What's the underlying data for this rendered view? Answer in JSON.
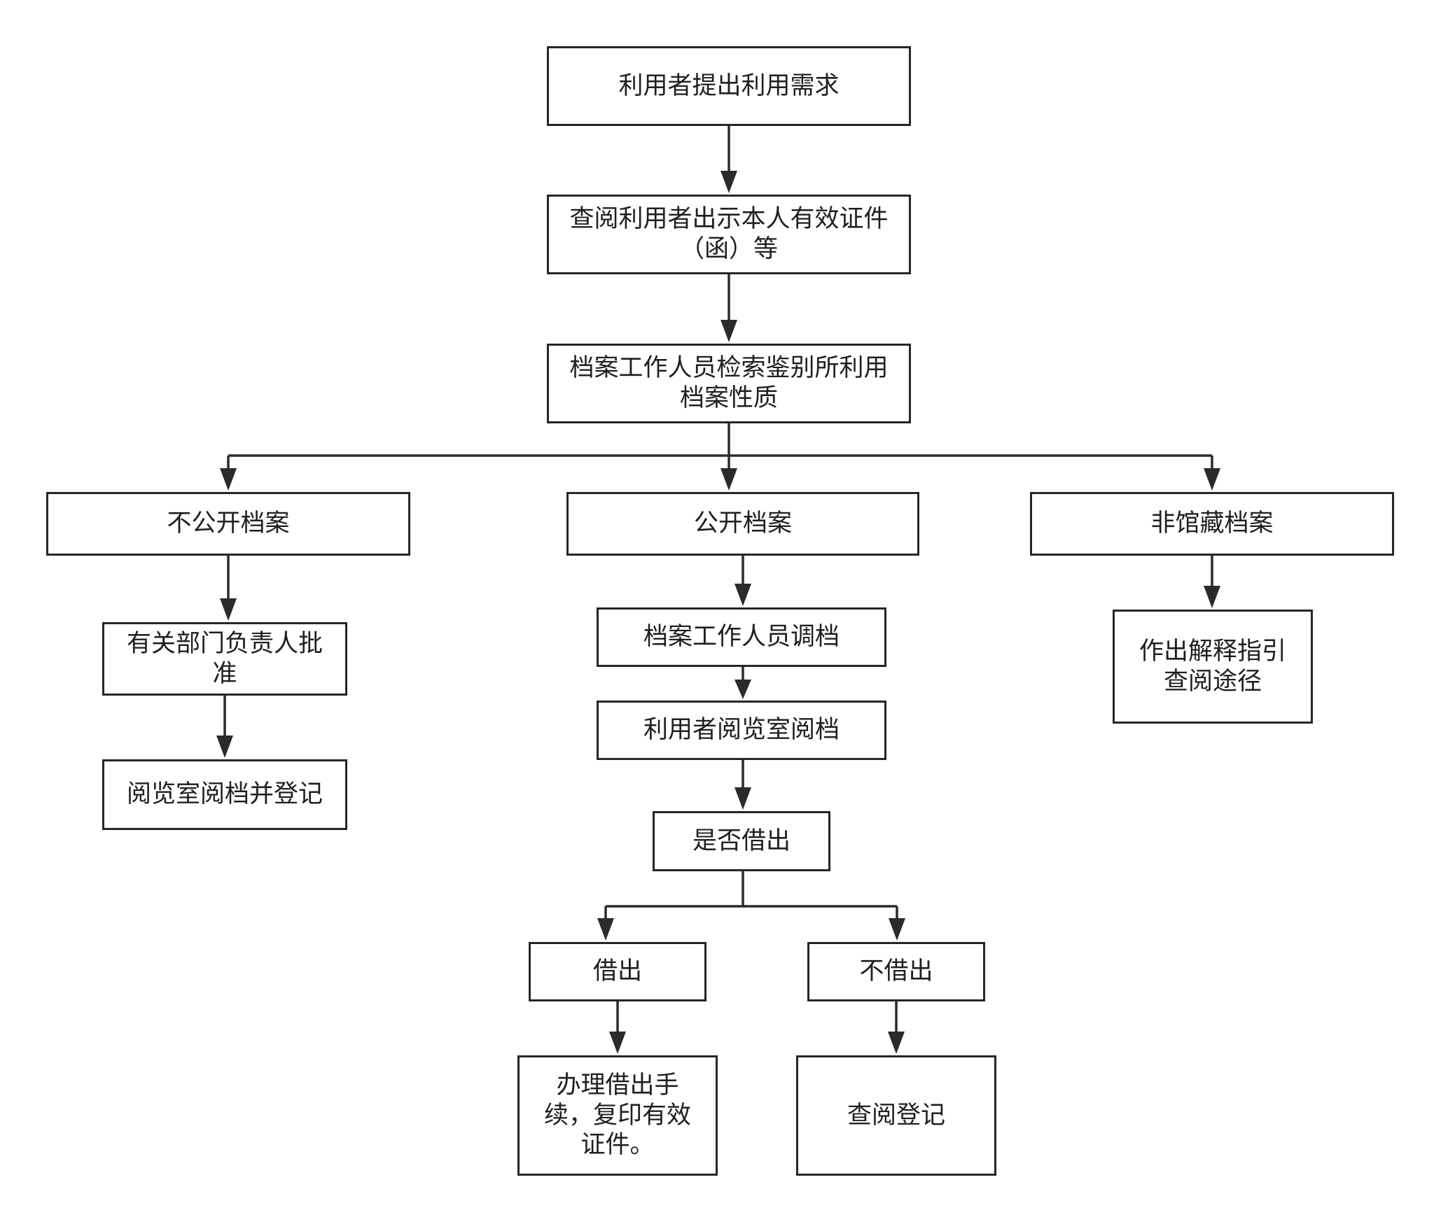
{
  "diagram": {
    "nodes": {
      "n1": "利用者提出利用需求",
      "n2": "查阅利用者出示本人有效证件\n（函）等",
      "n3": "档案工作人员检索鉴别所利用\n档案性质",
      "n4": "不公开档案",
      "n5": "公开档案",
      "n6": "非馆藏档案",
      "n7": "有关部门负责人批\n准",
      "n8": "阅览室阅档并登记",
      "n9": "档案工作人员调档",
      "n10": "利用者阅览室阅档",
      "n11": "是否借出",
      "n12": "作出解释指引\n查阅途径",
      "n13": "借出",
      "n14": "不借出",
      "n15": "办理借出手\n续，复印有效\n证件。",
      "n16": "查阅登记"
    },
    "edges": [
      [
        "n1",
        "n2"
      ],
      [
        "n2",
        "n3"
      ],
      [
        "n3",
        "n4"
      ],
      [
        "n3",
        "n5"
      ],
      [
        "n3",
        "n6"
      ],
      [
        "n4",
        "n7"
      ],
      [
        "n7",
        "n8"
      ],
      [
        "n5",
        "n9"
      ],
      [
        "n9",
        "n10"
      ],
      [
        "n10",
        "n11"
      ],
      [
        "n11",
        "n13"
      ],
      [
        "n11",
        "n14"
      ],
      [
        "n13",
        "n15"
      ],
      [
        "n14",
        "n16"
      ],
      [
        "n6",
        "n12"
      ]
    ]
  },
  "colors": {
    "line": "#2b2b2b",
    "box_border": "#262626",
    "text": "#1f1f1f",
    "background": "#ffffff"
  }
}
